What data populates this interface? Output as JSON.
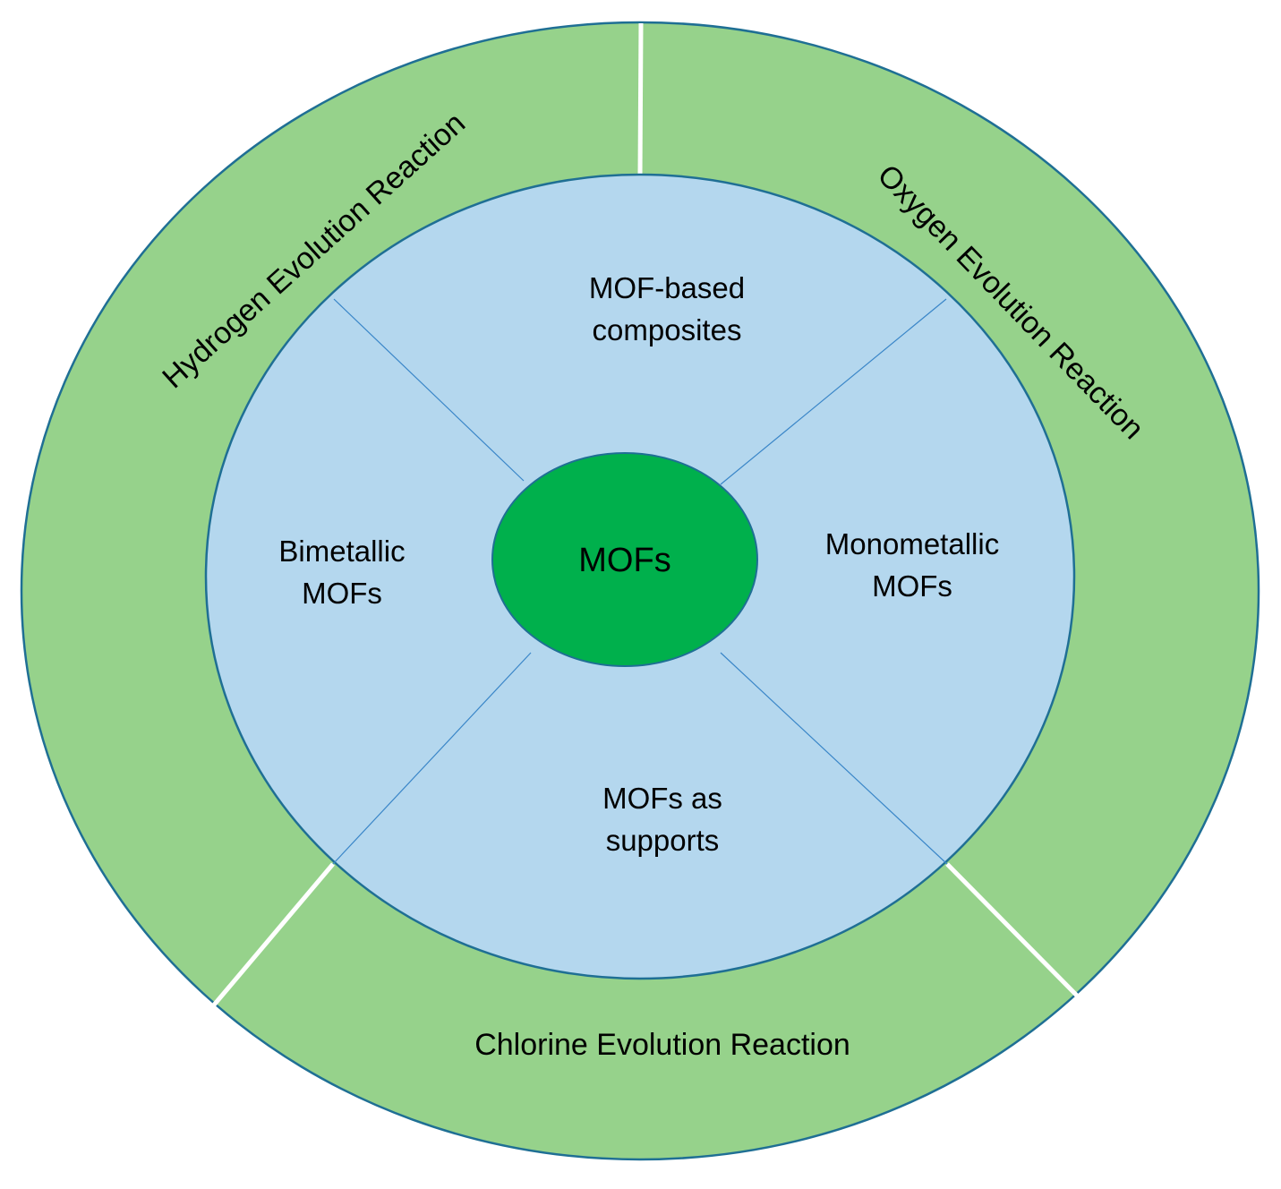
{
  "diagram": {
    "colors": {
      "outer_ring": "#96d28b",
      "outer_border": "#1f6f94",
      "inner_disc": "#b4d7ee",
      "inner_border": "#1f6f94",
      "divider_inner": "#3a86c8",
      "divider_outer": "#ffffff",
      "core": "#00b04c",
      "core_border": "#1f6f94",
      "text": "#000000"
    },
    "core": {
      "label": "MOFs"
    },
    "inner_segments": [
      {
        "id": "top",
        "lines": [
          "MOF-based",
          "composites"
        ]
      },
      {
        "id": "right",
        "lines": [
          "Monometallic",
          "MOFs"
        ]
      },
      {
        "id": "bottom",
        "lines": [
          "MOFs as",
          "supports"
        ]
      },
      {
        "id": "left",
        "lines": [
          "Bimetallic",
          "MOFs"
        ]
      }
    ],
    "outer_segments": [
      {
        "id": "her",
        "label": "Hydrogen Evolution Reaction"
      },
      {
        "id": "oer",
        "label": "Oxygen Evolution Reaction"
      },
      {
        "id": "cler",
        "label": "Chlorine Evolution Reaction"
      }
    ]
  }
}
